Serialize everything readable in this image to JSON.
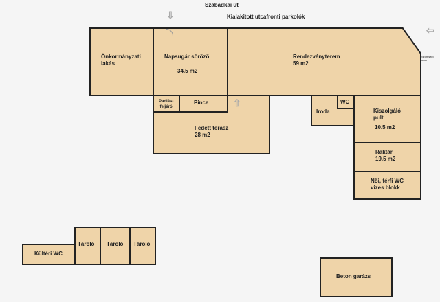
{
  "header": {
    "street": "Szabadkai út",
    "parking": "Kialakitott utcafronti parkolók",
    "side_street": "Szomszéd utca"
  },
  "rooms": {
    "onkormanyzati": {
      "label": "Önkormányzati\nlakás"
    },
    "napsugar": {
      "label": "Napsugár sörözö",
      "area": "34.5 m2"
    },
    "rendezveny": {
      "label": "Rendezvényterem\n59 m2"
    },
    "padlas": {
      "label": "Padlás-\nfeljáró"
    },
    "pince": {
      "label": "Pince"
    },
    "terasz": {
      "label": "Fedett terasz\n28 m2"
    },
    "iroda": {
      "label": "Iroda"
    },
    "wc": {
      "label": "WC"
    },
    "kiszolgalo": {
      "label": "Kiszolgáló\npult",
      "area": "10.5 m2"
    },
    "raktar": {
      "label": "Raktár\n19.5 m2"
    },
    "noi_ferfi": {
      "label": "Női, férfi WC\nvizes blokk"
    },
    "kulteri_wc": {
      "label": "Kültéri WC"
    },
    "tarolo1": {
      "label": "Tároló"
    },
    "tarolo2": {
      "label": "Tároló"
    },
    "tarolo3": {
      "label": "Tároló"
    },
    "garazs": {
      "label": "Beton garázs"
    }
  },
  "colors": {
    "room": "#efd4a9",
    "wall": "#222222"
  }
}
